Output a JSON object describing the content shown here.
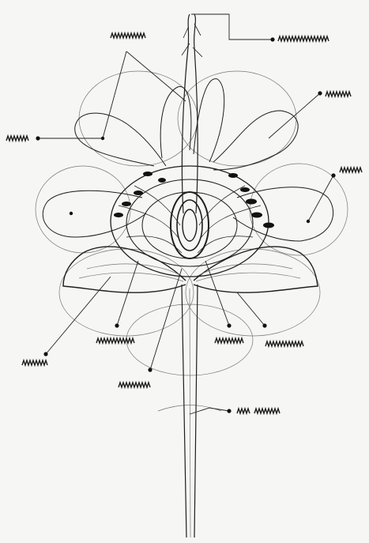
{
  "diagram": {
    "subject": "flower-anatomy-sketch",
    "ink_color": "#1e1e1e",
    "paper_color": "#f4f4f2",
    "labels": [
      {
        "id": "stigma-top",
        "text": ""
      },
      {
        "id": "upper-left-top",
        "text": ""
      },
      {
        "id": "upper-right",
        "text": ""
      },
      {
        "id": "left-petal",
        "text": ""
      },
      {
        "id": "right-petal",
        "text": ""
      },
      {
        "id": "lower-left-far",
        "text": ""
      },
      {
        "id": "lower-left",
        "text": ""
      },
      {
        "id": "lower-center-left",
        "text": ""
      },
      {
        "id": "lower-center",
        "text": ""
      },
      {
        "id": "lower-right",
        "text": ""
      },
      {
        "id": "stem",
        "text": ""
      }
    ]
  }
}
